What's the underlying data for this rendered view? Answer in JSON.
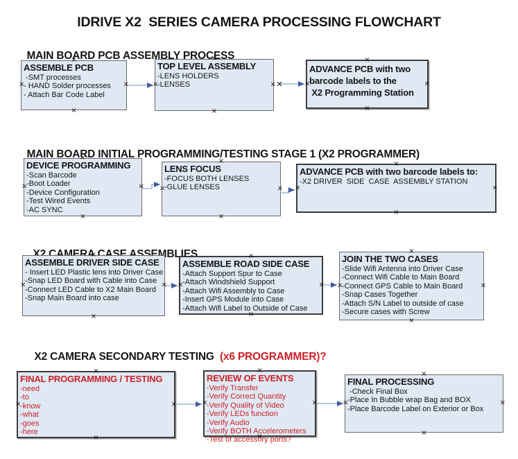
{
  "title": "IDRIVE X2  SERIES CAMERA PROCESSING FLOWCHART",
  "palette": {
    "box_fill": "#dfe8f3",
    "box_border": "#6a6a6a",
    "box_border_dark": "#3c3c3c",
    "text": "#151515",
    "red": "#cc2127",
    "arrow_line": "#a3b7cf",
    "arrow_head": "#3f5f9e",
    "handle": "#101010"
  },
  "icons": {
    "connection_handle": "×"
  },
  "sections": [
    {
      "heading": "MAIN BOARD PCB ASSEMBLY PROCESS"
    },
    {
      "heading": "MAIN BOARD INITIAL PROGRAMMING/TESTING STAGE 1 (X2 PROGRAMMER)"
    },
    {
      "heading": "X2 CAMERA CASE ASSEMBLIES"
    },
    {
      "heading": "X2 CAMERA SECONDARY TESTING  ",
      "heading_red": "(x6 PROGRAMMER)?"
    }
  ],
  "boxes": {
    "assemble_pcb": {
      "title": "ASSEMBLE PCB",
      "lines": [
        " -SMT processes",
        "- HAND Solder processes",
        "- Attach Bar Code Label"
      ]
    },
    "top_level_assembly": {
      "title": "TOP LEVEL ASSEMBLY",
      "lines": [
        "-LENS HOLDERS",
        "-LENSES"
      ]
    },
    "advance_pcb_programming_station": {
      "title": [
        "ADVANCE PCB with two",
        "barcode labels to the",
        " X2 Programming Station"
      ]
    },
    "device_programming": {
      "title": "DEVICE PROGRAMMING",
      "lines": [
        "-Scan Barcode",
        "-Boot Loader",
        "-Device Configuration",
        "-Test Wired Events",
        "-AC SYNC"
      ]
    },
    "lens_focus": {
      "title": "LENS FOCUS",
      "lines": [
        "-FOCUS BOTH LENSES",
        "-GLUE LENSES"
      ]
    },
    "advance_pcb_driver_side": {
      "title": "ADVANCE PCB with two barcode labels to:",
      "lines": [
        "-X2 DRIVER  SIDE  CASE  ASSEMBLY STATION"
      ]
    },
    "assemble_driver_side_case": {
      "title": "ASSEMBLE DRIVER SIDE CASE",
      "lines": [
        "- Insert LED Plastic lens into Driver Case",
        "-Snap LED Board with Cable into Case",
        "-Connect LED Cable to X2 Main Board",
        "-Snap Main Board into case"
      ]
    },
    "assemble_road_side_case": {
      "title": "ASSEMBLE ROAD SIDE CASE",
      "lines": [
        "-Attach Support Spur to Case",
        "-Attach Windshield Support",
        "-Attach Wifi Assembly to Case",
        "-Insert GPS Module into Case",
        "-Attach Wifi Label to Outside of Case"
      ]
    },
    "join_the_two_cases": {
      "title": "JOIN THE TWO CASES",
      "lines": [
        "-Slide Wifi Antenna into Driver Case",
        "-Connect Wifi Cable to Main Board",
        "-Connect GPS Cable to Main Board",
        "-Snap Cases Together",
        "-Attach S/N Label to outside of case",
        "-Secure cases with Screw"
      ]
    },
    "final_programming_testing": {
      "title": "FINAL PROGRAMMING / TESTING",
      "lines": [
        "-need",
        "-to",
        "-know",
        "-what",
        "-goes",
        "-here"
      ]
    },
    "review_of_events": {
      "title": "REVIEW OF EVENTS",
      "lines": [
        "-Verify Transfer",
        "-Verify Correct Quantity",
        "-Verify Quality of Video",
        "-Verify LEDs function",
        "-Verify Audio",
        "-Verify BOTH Accelerometers",
        "-Test of accessory ports?"
      ]
    },
    "final_processing": {
      "title": "FINAL PROCESSING",
      "lines": [
        " -Check Final Box",
        "-Place In Bubble wrap Bag and BOX",
        "-Place Barcode Label on Exterior or Box"
      ]
    }
  }
}
